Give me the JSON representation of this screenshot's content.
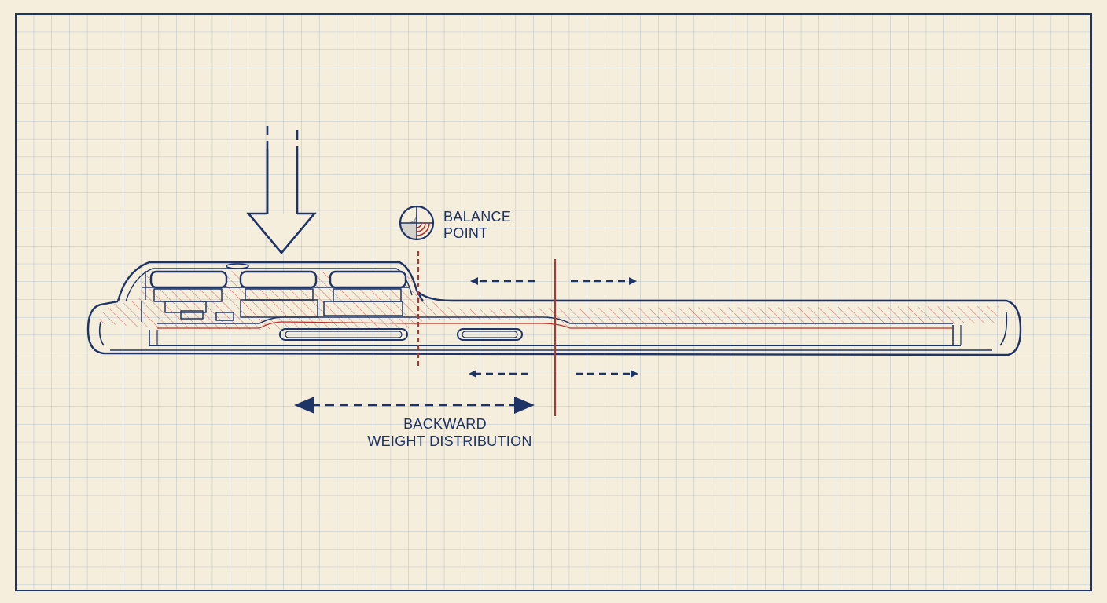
{
  "colors": {
    "paper": "#f5eedd",
    "grid": "#9fb0c4",
    "ink": "#1e3466",
    "accent": "#b8322c"
  },
  "labels": {
    "balance_line1": "BALANCE",
    "balance_line2": "POINT",
    "weight_line1": "BACKWARD",
    "weight_line2": "WEIGHT DISTRIBUTION"
  },
  "icons": {
    "balance_point": "balance-point-icon",
    "down_force": "down-arrow-icon"
  }
}
